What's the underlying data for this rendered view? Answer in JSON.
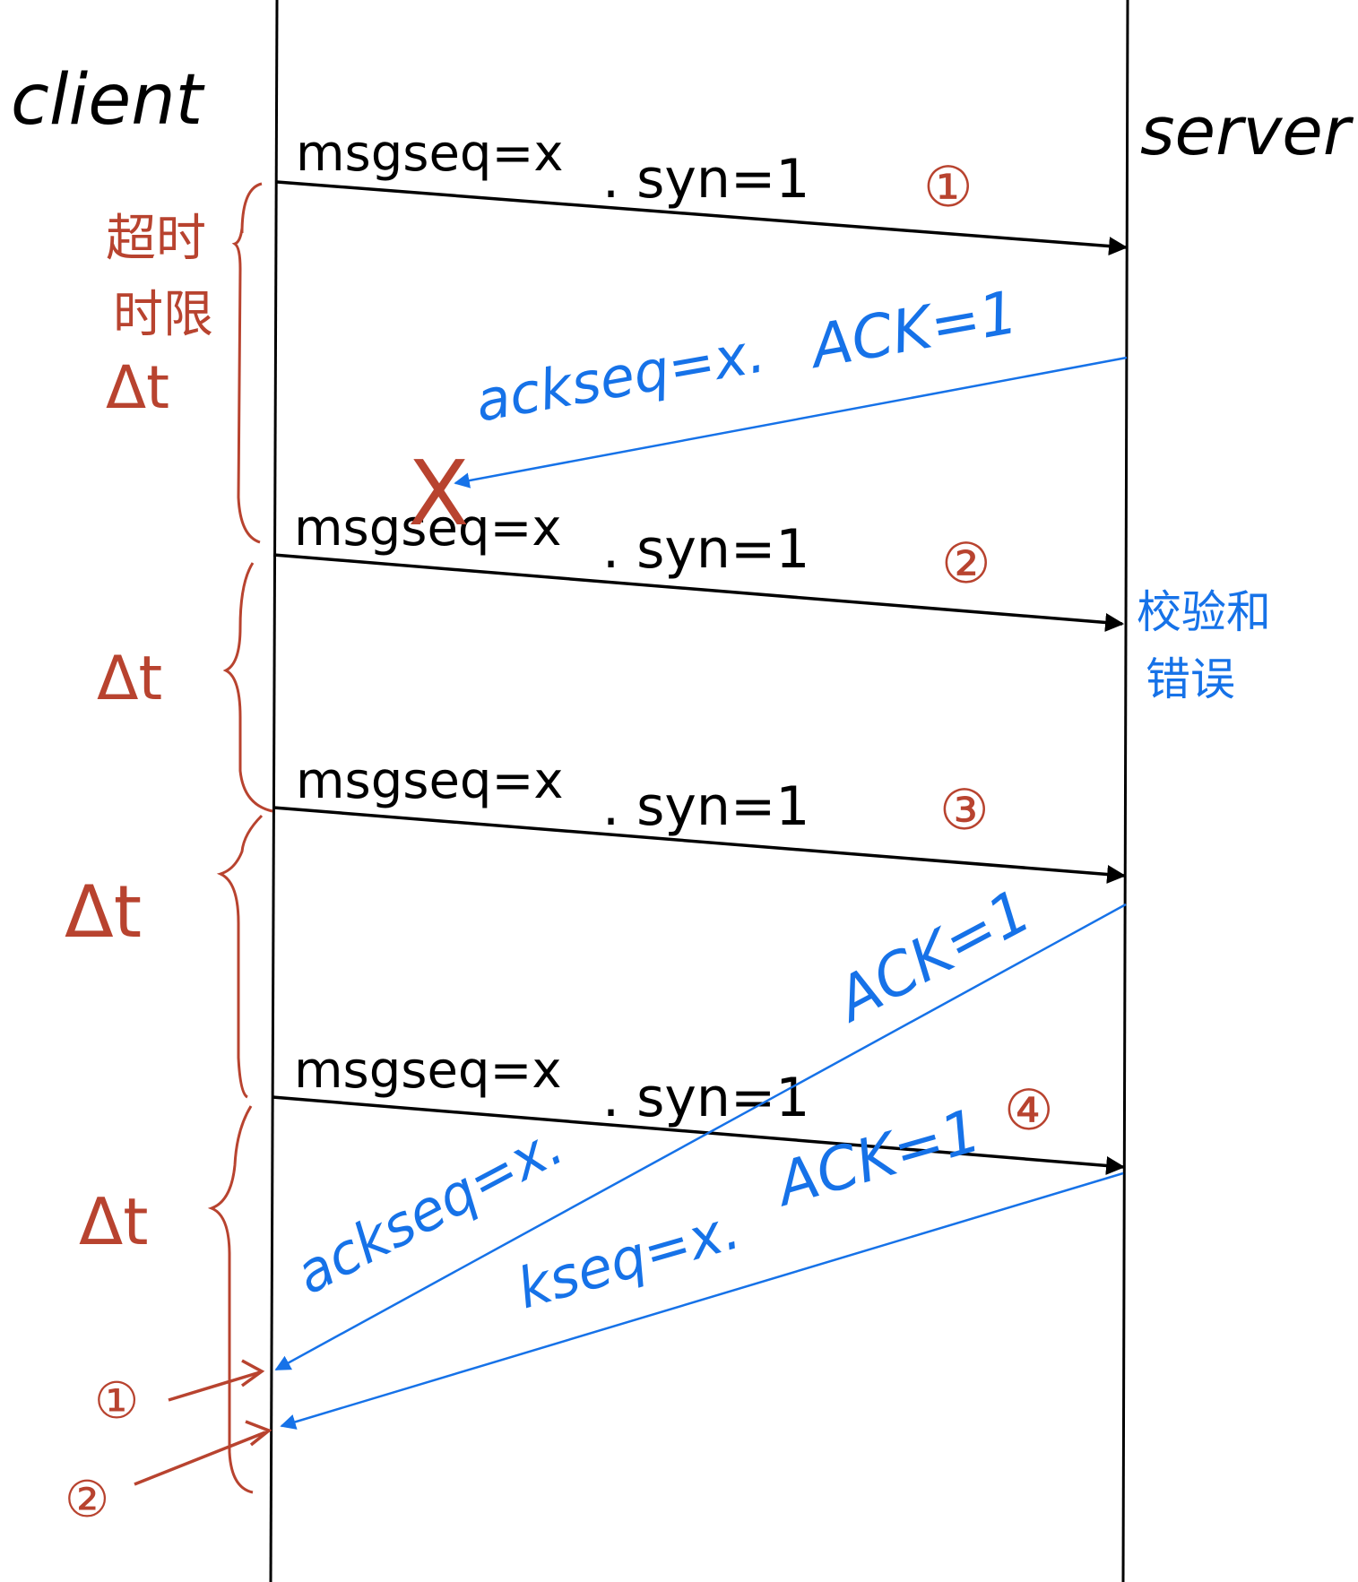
{
  "diagram": {
    "participants": {
      "client": "client",
      "server": "server"
    },
    "messages": [
      {
        "seq_label": "msgseq=x",
        "syn_label": ". syn=1",
        "marker": "①"
      },
      {
        "seq_label": "msgseq=x",
        "syn_label": ". syn=1",
        "marker": "②"
      },
      {
        "seq_label": "msgseq=x",
        "syn_label": ". syn=1",
        "marker": "③"
      },
      {
        "seq_label": "msgseq=x",
        "syn_label": ". syn=1",
        "marker": "④"
      }
    ],
    "acks": [
      {
        "seq_label": "ackseq=x.",
        "ack_label": "ACK=1",
        "lost_mark": "X"
      },
      {
        "seq_label": "ackseq=x.",
        "ack_label": "ACK=1"
      },
      {
        "seq_label": "kseq=x.",
        "ack_label": "ACK=1"
      }
    ],
    "timeouts": [
      {
        "lines": [
          "超时",
          "时限",
          "Δt"
        ]
      },
      {
        "lines": [
          "Δt"
        ]
      },
      {
        "lines": [
          "Δt"
        ]
      },
      {
        "lines": [
          "Δt"
        ]
      }
    ],
    "server_note": [
      "校验和",
      "错误"
    ],
    "receipt_markers": [
      "①",
      "②"
    ]
  },
  "colors": {
    "ink": "#000000",
    "annotation": "#b8432f",
    "ack": "#1672e8"
  }
}
